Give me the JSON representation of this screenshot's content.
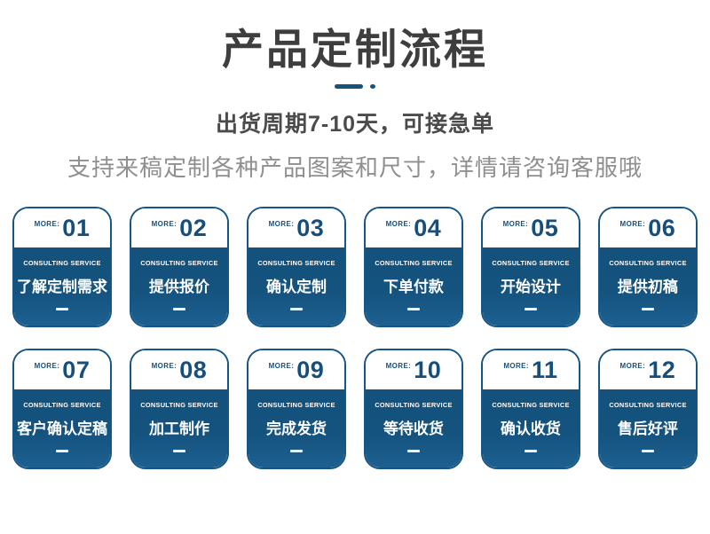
{
  "header": {
    "title": "产品定制流程",
    "subtitle_bold": "出货周期7-10天，可接急单",
    "subtitle_light": "支持来稿定制各种产品图案和尺寸，详情请咨询客服哦"
  },
  "steps_meta": {
    "more_label": "MORE:",
    "consulting_label": "CONSULTING SERVICE"
  },
  "steps": [
    {
      "number": "01",
      "label": "了解定制需求"
    },
    {
      "number": "02",
      "label": "提供报价"
    },
    {
      "number": "03",
      "label": "确认定制"
    },
    {
      "number": "04",
      "label": "下单付款"
    },
    {
      "number": "05",
      "label": "开始设计"
    },
    {
      "number": "06",
      "label": "提供初稿"
    },
    {
      "number": "07",
      "label": "客户确认定稿"
    },
    {
      "number": "08",
      "label": "加工制作"
    },
    {
      "number": "09",
      "label": "完成发货"
    },
    {
      "number": "10",
      "label": "等待收货"
    },
    {
      "number": "11",
      "label": "确认收货"
    },
    {
      "number": "12",
      "label": "售后好评"
    }
  ],
  "colors": {
    "primary_blue": "#15537e",
    "card_border_blue": "#175584",
    "number_blue": "#174f7c",
    "title_gray": "#3e3e3e",
    "subtitle_gray": "#4b4b4b",
    "subtitle_light_gray": "#8f8f8f"
  }
}
